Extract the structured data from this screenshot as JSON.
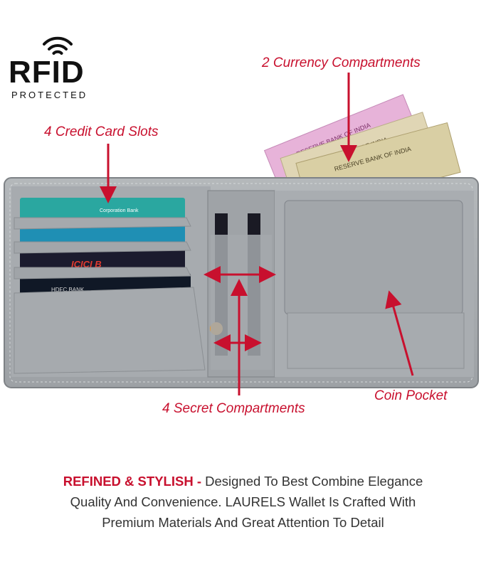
{
  "badge": {
    "logo_text": "RFID",
    "sub_text": "PROTECTED"
  },
  "labels": {
    "currency": "2 Currency Compartments",
    "credit_cards": "4 Credit Card Slots",
    "secret": "4 Secret Compartments",
    "coin": "Coin Pocket"
  },
  "notes": {
    "note_print": "RESERVE BANK OF INDIA"
  },
  "cards": {
    "card1_bank": "Corporation Bank",
    "card3_bank": "ICICI B",
    "card4_bank": "HDFC BANK"
  },
  "description": {
    "highlight": "REFINED & STYLISH -",
    "line1_rest": " Designed To Best Combine Elegance",
    "line2": "Quality And Convenience. LAURELS  Wallet Is Crafted With",
    "line3": "Premium Materials And Great Attention To Detail"
  },
  "colors": {
    "accent": "#c8102e",
    "leather": "#a9adb0",
    "leather_dark": "#8f9397"
  }
}
